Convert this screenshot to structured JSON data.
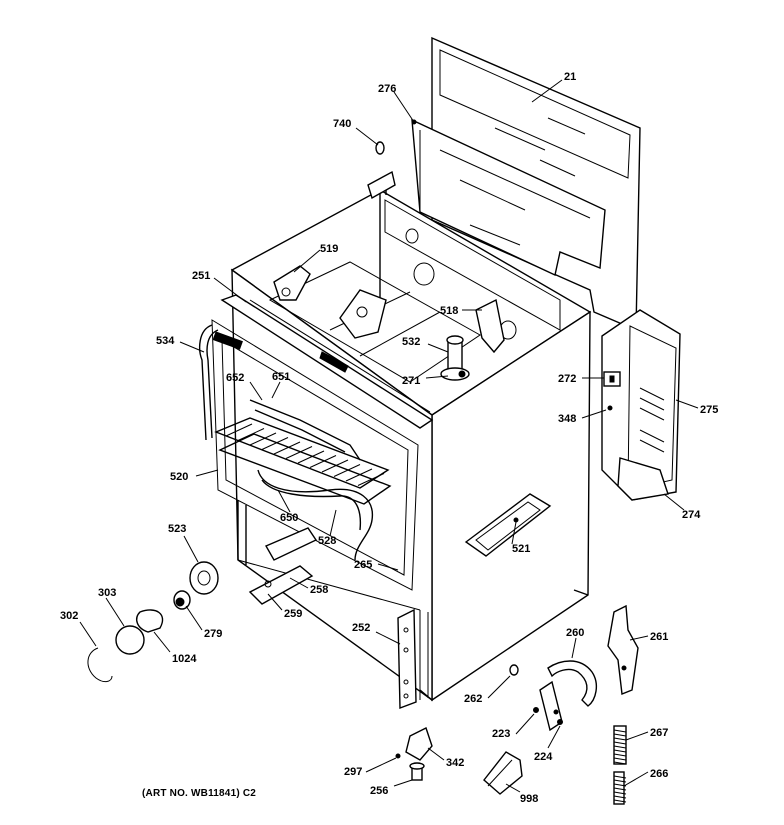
{
  "part_labels": {
    "p21": "21",
    "p276": "276",
    "p740": "740",
    "p519": "519",
    "p251": "251",
    "p518": "518",
    "p534": "534",
    "p532": "532",
    "p652": "652",
    "p651": "651",
    "p271": "271",
    "p272": "272",
    "p348": "348",
    "p275": "275",
    "p520": "520",
    "p274": "274",
    "p650": "650",
    "p528": "528",
    "p521": "521",
    "p523": "523",
    "p265": "265",
    "p258": "258",
    "p303": "303",
    "p302": "302",
    "p279": "279",
    "p259": "259",
    "p252": "252",
    "p260": "260",
    "p261": "261",
    "p1024": "1024",
    "p262": "262",
    "p223": "223",
    "p267": "267",
    "p224": "224",
    "p297": "297",
    "p342": "342",
    "p266": "266",
    "p256": "256",
    "p998": "998"
  },
  "footer": "(ART NO. WB11841) C2"
}
